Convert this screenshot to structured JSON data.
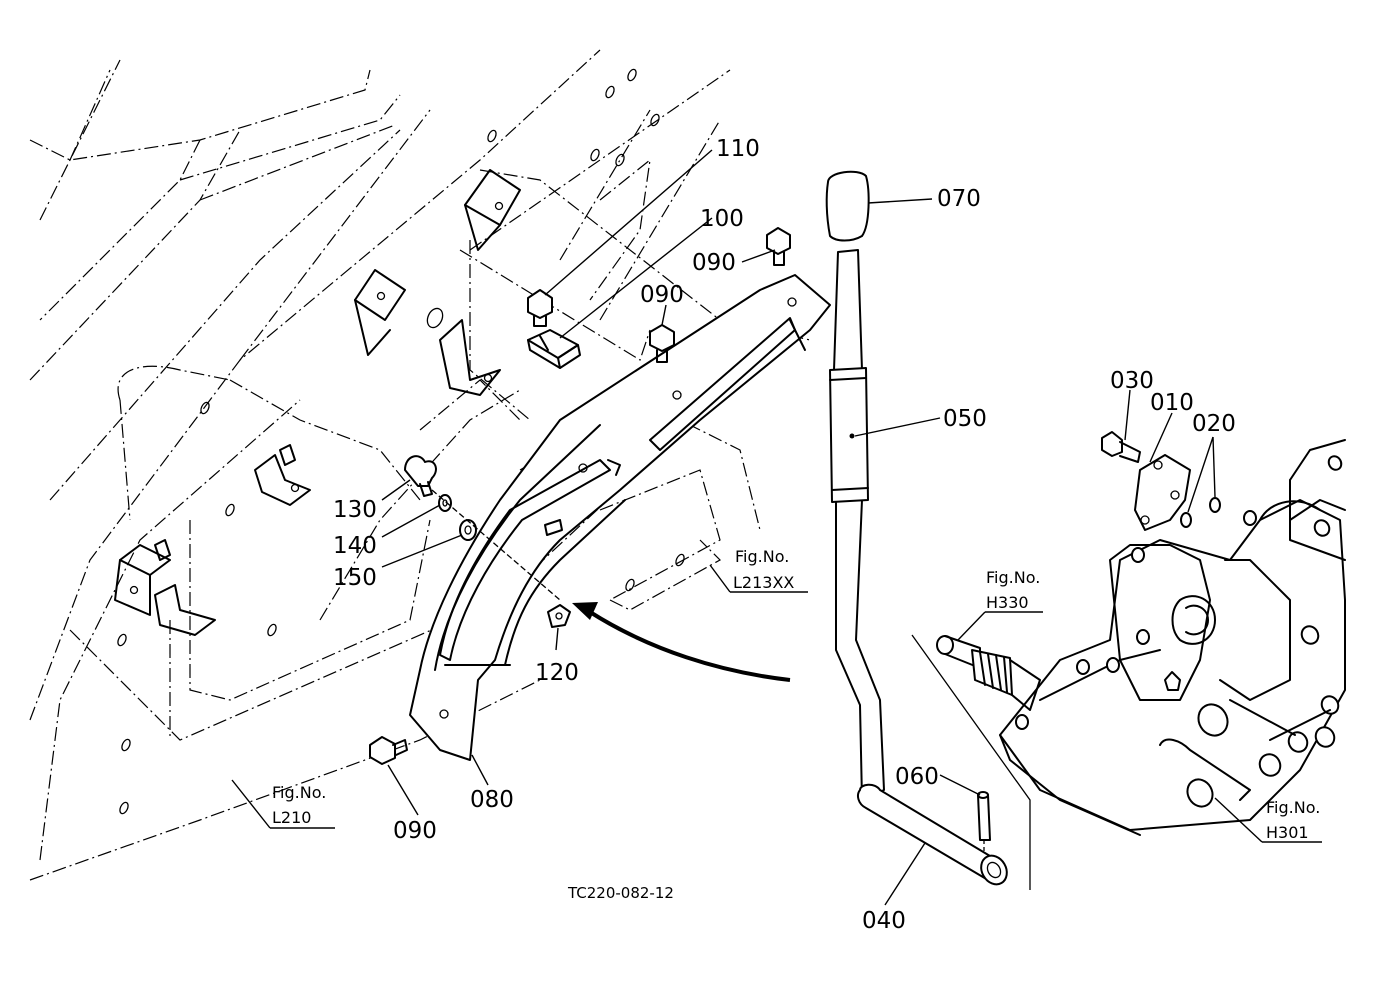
{
  "parts": [
    {
      "id": "p110",
      "label": "110"
    },
    {
      "id": "p100",
      "label": "100"
    },
    {
      "id": "p070",
      "label": "070"
    },
    {
      "id": "p090a",
      "label": "090"
    },
    {
      "id": "p090b",
      "label": "090"
    },
    {
      "id": "p050",
      "label": "050"
    },
    {
      "id": "p030",
      "label": "030"
    },
    {
      "id": "p010",
      "label": "010"
    },
    {
      "id": "p020",
      "label": "020"
    },
    {
      "id": "p130",
      "label": "130"
    },
    {
      "id": "p140",
      "label": "140"
    },
    {
      "id": "p150",
      "label": "150"
    },
    {
      "id": "p120",
      "label": "120"
    },
    {
      "id": "p090c",
      "label": "090"
    },
    {
      "id": "p080",
      "label": "080"
    },
    {
      "id": "p060",
      "label": "060"
    },
    {
      "id": "p040",
      "label": "040"
    }
  ],
  "figure_refs": [
    {
      "id": "ref-l213",
      "prefix": "Fig.No.",
      "number": "L213XX"
    },
    {
      "id": "ref-h330",
      "prefix": "Fig.No.",
      "number": "H330"
    },
    {
      "id": "ref-l210",
      "prefix": "Fig.No.",
      "number": "L210"
    },
    {
      "id": "ref-h301",
      "prefix": "Fig.No.",
      "number": "H301"
    }
  ],
  "drawing_code": "TC220-082-12"
}
